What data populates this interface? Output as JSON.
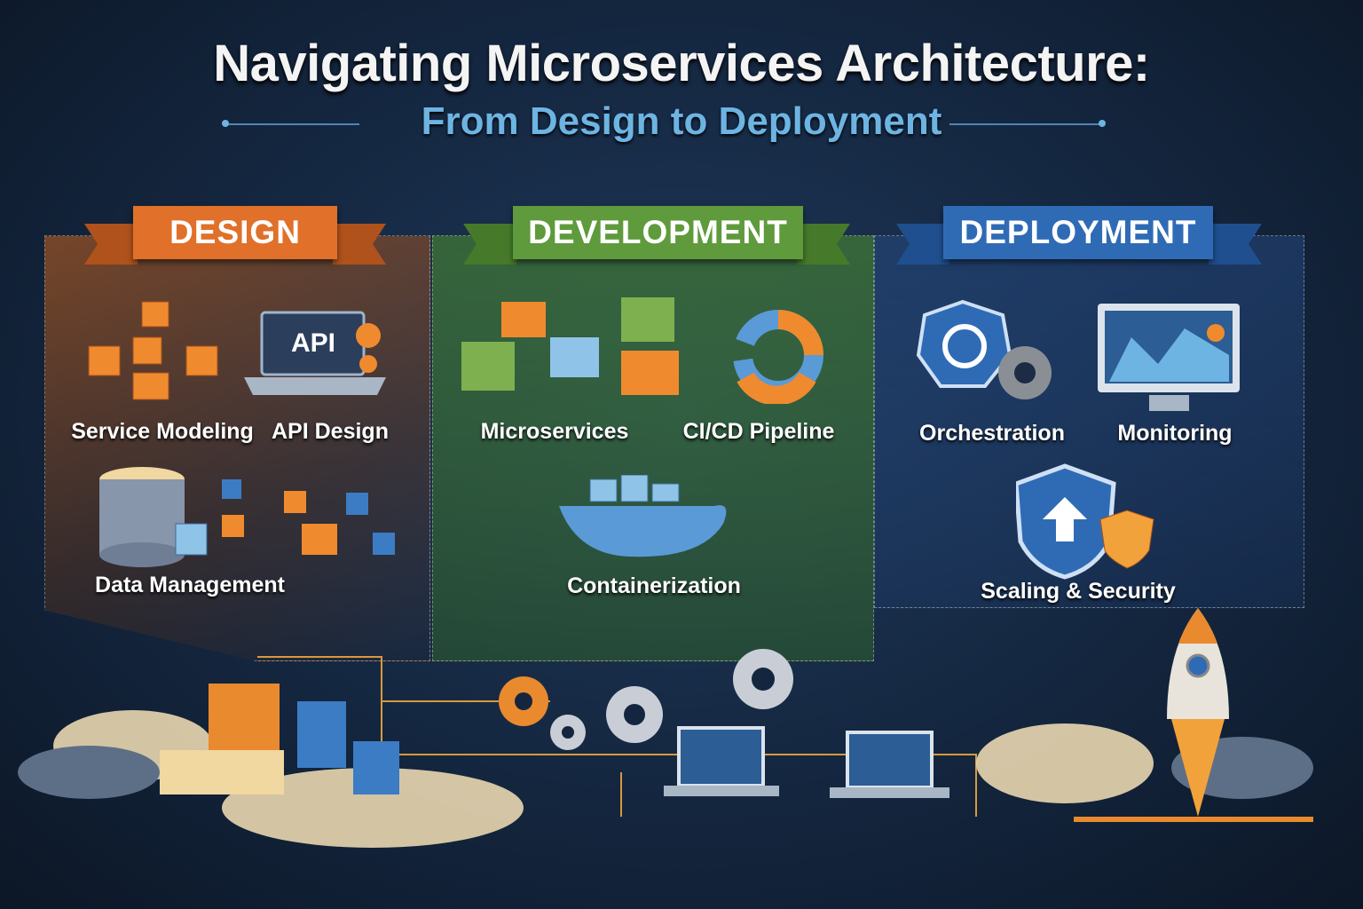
{
  "header": {
    "title": "Navigating Microservices Architecture:",
    "subtitle": "From Design to Deployment"
  },
  "sections": [
    {
      "name": "DESIGN",
      "color": "#e0702a",
      "items": [
        "Service Modeling",
        "API Design",
        "Data Management"
      ],
      "api_badge": "API"
    },
    {
      "name": "DEVELOPMENT",
      "color": "#5f9a3c",
      "items": [
        "Microservices",
        "CI/CD Pipeline",
        "Containerization"
      ]
    },
    {
      "name": "DEPLOYMENT",
      "color": "#2f6bb5",
      "items": [
        "Orchestration",
        "Monitoring",
        "Scaling & Security"
      ]
    }
  ]
}
